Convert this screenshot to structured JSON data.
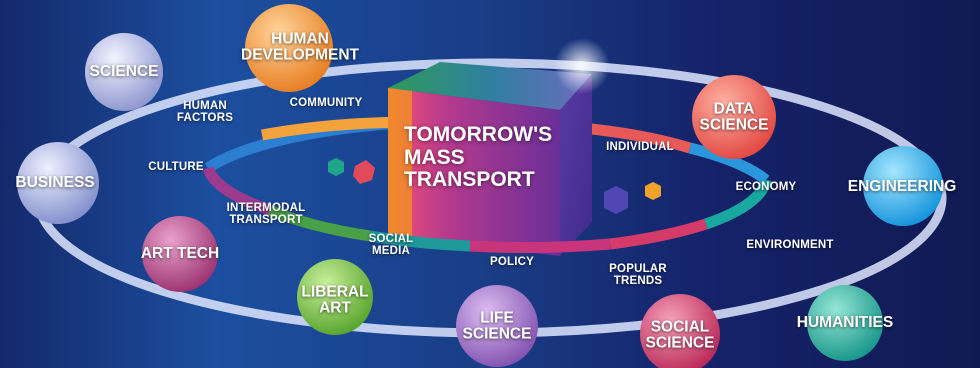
{
  "title": "TOMORROW'S\nMASS\nTRANSPORT",
  "disciplines": [
    {
      "id": "science",
      "label": "SCIENCE",
      "color": "#b6bde2"
    },
    {
      "id": "human-development",
      "label": "HUMAN\nDEVELOPMENT",
      "color": "#f4a148"
    },
    {
      "id": "data-science",
      "label": "DATA\nSCIENCE",
      "color": "#f06a5a"
    },
    {
      "id": "engineering",
      "label": "ENGINEERING",
      "color": "#39b7ef"
    },
    {
      "id": "humanities",
      "label": "HUMANITIES",
      "color": "#2fb9a3"
    },
    {
      "id": "social-science",
      "label": "SOCIAL\nSCIENCE",
      "color": "#d8406a"
    },
    {
      "id": "life-science",
      "label": "LIFE\nSCIENCE",
      "color": "#a46ec8"
    },
    {
      "id": "liberal-art",
      "label": "LIBERAL\nART",
      "color": "#7cc24a"
    },
    {
      "id": "art-tech",
      "label": "ART TECH",
      "color": "#c04f8e"
    },
    {
      "id": "business",
      "label": "BUSINESS",
      "color": "#a9b6e4"
    }
  ],
  "ring_labels": [
    {
      "id": "human-factors",
      "label": "HUMAN\nFACTORS"
    },
    {
      "id": "community",
      "label": "COMMUNITY"
    },
    {
      "id": "culture",
      "label": "CULTURE"
    },
    {
      "id": "intermodal-transport",
      "label": "INTERMODAL\nTRANSPORT"
    },
    {
      "id": "social-media",
      "label": "SOCIAL\nMEDIA"
    },
    {
      "id": "policy",
      "label": "POLICY"
    },
    {
      "id": "popular-trends",
      "label": "POPULAR\nTRENDS"
    },
    {
      "id": "individual",
      "label": "INDIVIDUAL"
    },
    {
      "id": "economy",
      "label": "ECONOMY"
    },
    {
      "id": "environment",
      "label": "ENVIRONMENT"
    }
  ]
}
